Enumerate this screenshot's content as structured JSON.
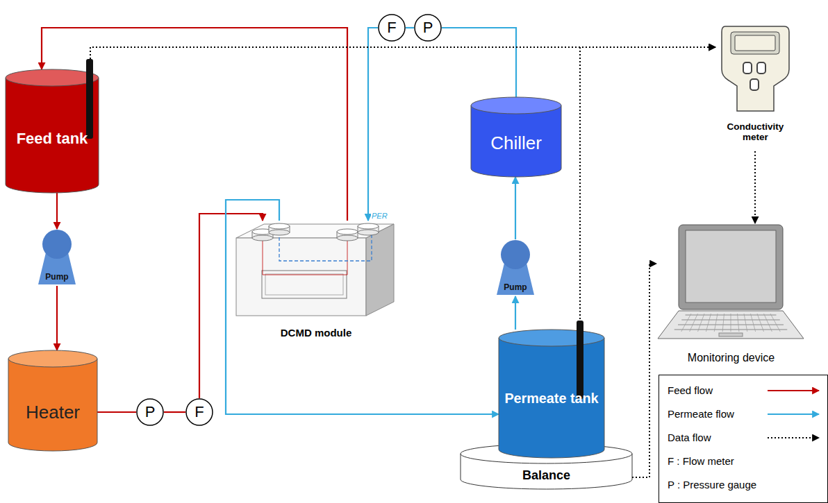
{
  "diagram": {
    "nodes": [
      {
        "text": [
          "Feed tank"
        ]
      },
      {
        "text": [
          "F"
        ]
      },
      {
        "text": [
          "P"
        ]
      },
      {
        "text": [
          "Conductivity meter"
        ]
      },
      {
        "text": [
          "Chiller"
        ]
      },
      {
        "text": [
          "DCMD module"
        ]
      },
      {
        "text": [
          "Pump"
        ]
      },
      {
        "text": [
          "Pump"
        ]
      },
      {
        "text": [
          "Monitoring device"
        ]
      },
      {
        "text": [
          "Permeate tank"
        ]
      },
      {
        "text": [
          "Heater"
        ]
      },
      {
        "text": [
          "P"
        ]
      },
      {
        "text": [
          "F"
        ]
      },
      {
        "text": [
          "Balance"
        ]
      }
    ],
    "edges": [
      {
        "from": 0,
        "to": 6,
        "arrow": "to"
      },
      {
        "from": 6,
        "to": 10,
        "arrow": "to"
      },
      {
        "from": 10,
        "to": 11,
        "arrow": "none"
      },
      {
        "from": 11,
        "to": 12,
        "arrow": "none"
      },
      {
        "from": 12,
        "to": 5,
        "arrow": "to"
      },
      {
        "from": 5,
        "to": 0,
        "arrow": "to"
      },
      {
        "from": 4,
        "to": 2,
        "arrow": "none"
      },
      {
        "from": 2,
        "to": 1,
        "arrow": "none"
      },
      {
        "from": 1,
        "to": 5,
        "arrow": "to"
      },
      {
        "from": 5,
        "to": 9,
        "arrow": "to"
      },
      {
        "from": 9,
        "to": 7,
        "arrow": "to"
      },
      {
        "from": 7,
        "to": 4,
        "arrow": "to"
      },
      {
        "from": 0,
        "to": 3,
        "arrow": "to"
      },
      {
        "from": 9,
        "to": 3,
        "arrow": "to"
      },
      {
        "from": 3,
        "to": 8,
        "arrow": "to"
      },
      {
        "from": 13,
        "to": 8,
        "arrow": "to"
      }
    ],
    "labels": [
      "PER"
    ],
    "legend": [
      {
        "text": "Feed flow"
      },
      {
        "text": "Permeate flow"
      },
      {
        "text": "Data flow"
      },
      {
        "text": "F : Flow meter"
      },
      {
        "text": "P : Pressure gauge"
      }
    ]
  }
}
